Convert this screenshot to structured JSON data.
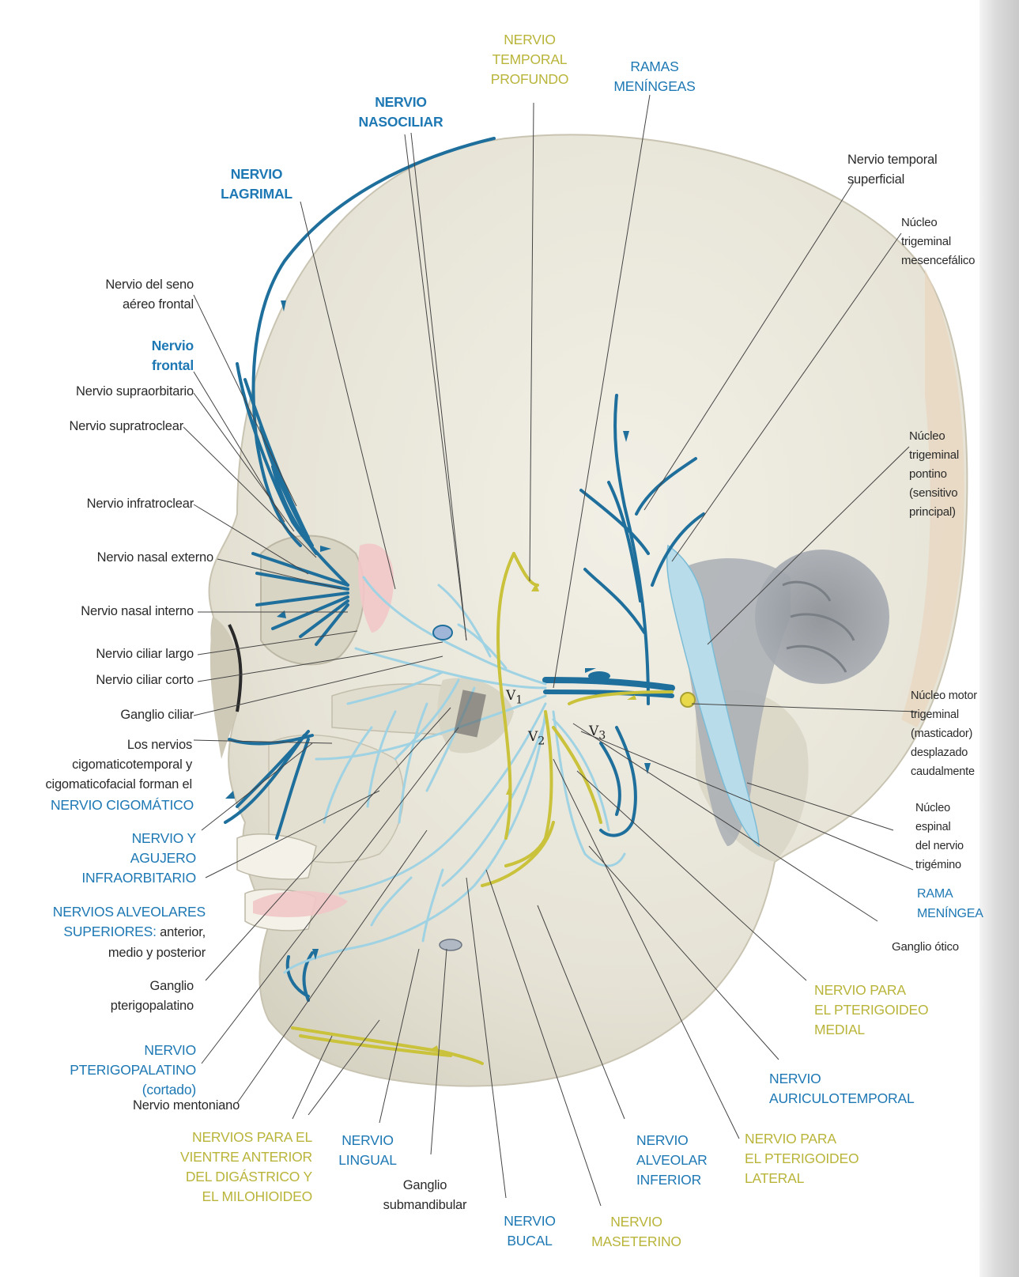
{
  "labels": {
    "nasociliar": "NERVIO\nNASOCILIAR",
    "temporal_profundo": "NERVIO\nTEMPORAL\nPROFUNDO",
    "ramas_meningeas": "RAMAS\nMENÍNGEAS",
    "lagrimal": "NERVIO\nLAGRIMAL",
    "seno_frontal": "Nervio del seno\naéreo frontal",
    "frontal": "Nervio\nfrontal",
    "supraorbitario": "Nervio supraorbitario",
    "supratroclear": "Nervio supratroclear",
    "infratroclear": "Nervio infratroclear",
    "nasal_externo": "Nervio nasal externo",
    "nasal_interno": "Nervio nasal interno",
    "ciliar_largo": "Nervio ciliar largo",
    "ciliar_corto": "Nervio ciliar corto",
    "ganglio_ciliar": "Ganglio ciliar",
    "cigomatico_text": "Los nervios\ncigomaticotemporal y\ncigomaticofacial forman el",
    "cigomatico": "NERVIO CIGOMÁTICO",
    "infraorbitario": "NERVIO Y\nAGUJERO\nINFRAORBITARIO",
    "alveolares_title": "NERVIOS ALVEOLARES\nSUPERIORES:",
    "alveolares_rest": " anterior,\nmedio y posterior",
    "ganglio_pterigopalatino": "Ganglio\npterigopalatino",
    "pterigopalatino": "NERVIO\nPTERIGOPALATINO\n(cortado)",
    "mentoniano": "Nervio mentoniano",
    "digastrico": "NERVIOS PARA EL\nVIENTRE ANTERIOR\nDEL DIGÁSTRICO Y\nEL MILOHIOIDEO",
    "lingual": "NERVIO\nLINGUAL",
    "ganglio_submandibular": "Ganglio\nsubmandibular",
    "bucal": "NERVIO\nBUCAL",
    "maseterino": "NERVIO\nMASETERINO",
    "alveolar_inferior": "NERVIO\nALVEOLAR\nINFERIOR",
    "pterigoideo_lateral": "NERVIO PARA\nEL PTERIGOIDEO\nLATERAL",
    "auriculotemporal": "NERVIO\nAURICULOTEMPORAL",
    "pterigoideo_medial": "NERVIO PARA\nEL PTERIGOIDEO\nMEDIAL",
    "ganglio_otico": "Ganglio ótico",
    "rama_meningea": "RAMA\nMENÍNGEA",
    "nucleo_espinal": "Núcleo\nespinal\ndel nervio\ntrigémino",
    "nucleo_motor": "Núcleo motor\ntrigeminal\n(masticador)\ndesplazado\ncaudalmente",
    "nucleo_pontino": "Núcleo\ntrigeminal\npontino\n(sensitivo\nprincipal)",
    "nucleo_mesencefalico": "Núcleo\ntrigeminal\nmesencefálico",
    "temporal_superficial": "Nervio temporal\nsuperficial"
  },
  "divisions": {
    "v1": "V",
    "v1_sub": "1",
    "v2": "V",
    "v2_sub": "2",
    "v3": "V",
    "v3_sub": "3"
  },
  "colors": {
    "nerve_dark": "#1f6f9c",
    "nerve_light": "#9fd2e3",
    "nerve_motor": "#c9c23a",
    "skull": "#eceadf",
    "leader": "#444444"
  }
}
